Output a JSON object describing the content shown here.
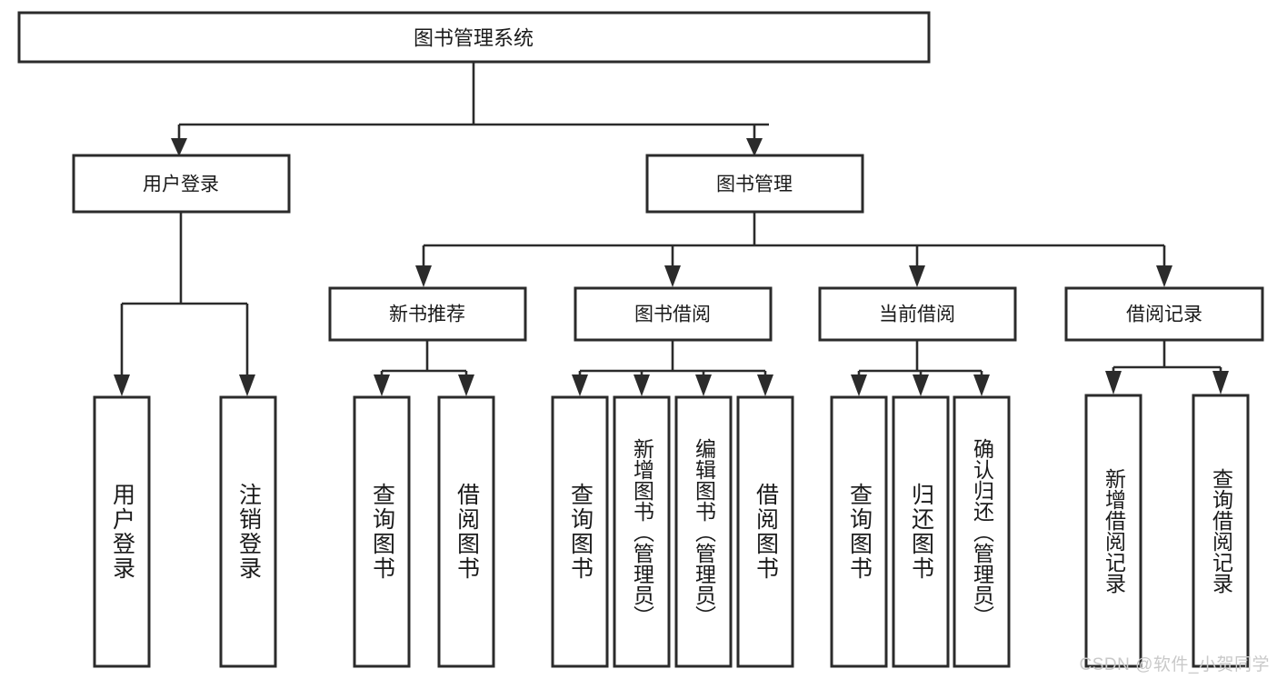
{
  "diagram": {
    "title": "图书管理系统",
    "type": "hierarchy-tree",
    "watermark": "CSDN @软件_小贺同学",
    "colors": {
      "box_stroke": "#2b2b2b",
      "box_fill": "#ffffff",
      "connector": "#2b2b2b",
      "text": "#1a1a1a",
      "watermark": "#c9c9c9",
      "background": "#ffffff"
    },
    "levels": {
      "root": {
        "label": "图书管理系统"
      },
      "level2": [
        {
          "id": "user-login",
          "label": "用户登录"
        },
        {
          "id": "book-management",
          "label": "图书管理"
        }
      ],
      "level3": [
        {
          "id": "new-book-recommend",
          "label": "新书推荐",
          "parent": "book-management"
        },
        {
          "id": "book-borrow",
          "label": "图书借阅",
          "parent": "book-management"
        },
        {
          "id": "current-borrow",
          "label": "当前借阅",
          "parent": "book-management"
        },
        {
          "id": "borrow-record",
          "label": "借阅记录",
          "parent": "book-management"
        }
      ],
      "leaves": [
        {
          "id": "leaf-user-login",
          "label": "用户登录",
          "parent": "user-login"
        },
        {
          "id": "leaf-logout-login",
          "label": "注销登录",
          "parent": "user-login"
        },
        {
          "id": "leaf-query-book-1",
          "label": "查询图书",
          "parent": "new-book-recommend"
        },
        {
          "id": "leaf-borrow-book-1",
          "label": "借阅图书",
          "parent": "new-book-recommend"
        },
        {
          "id": "leaf-query-book-2",
          "label": "查询图书",
          "parent": "book-borrow"
        },
        {
          "id": "leaf-add-book",
          "label": "新增图书（管理员）",
          "parent": "book-borrow"
        },
        {
          "id": "leaf-edit-book",
          "label": "编辑图书（管理员）",
          "parent": "book-borrow"
        },
        {
          "id": "leaf-borrow-book-2",
          "label": "借阅图书",
          "parent": "book-borrow"
        },
        {
          "id": "leaf-query-book-3",
          "label": "查询图书",
          "parent": "current-borrow"
        },
        {
          "id": "leaf-return-book",
          "label": "归还图书",
          "parent": "current-borrow"
        },
        {
          "id": "leaf-confirm-return",
          "label": "确认归还（管理员）",
          "parent": "current-borrow"
        },
        {
          "id": "leaf-add-record",
          "label": "新增借阅记录",
          "parent": "borrow-record"
        },
        {
          "id": "leaf-query-record",
          "label": "查询借阅记录",
          "parent": "borrow-record"
        }
      ]
    }
  }
}
